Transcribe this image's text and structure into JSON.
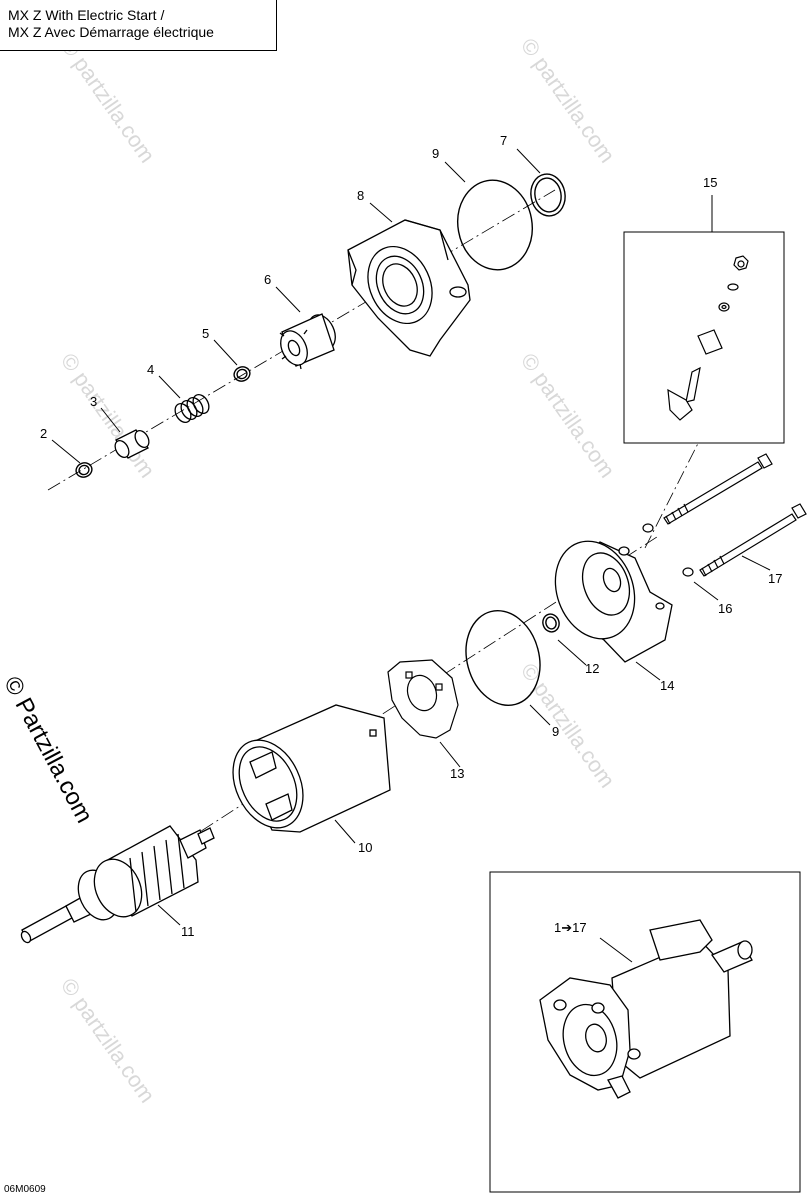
{
  "title": {
    "line1": "MX Z  With Electric Start /",
    "line2": "MX Z  Avec Démarrage électrique"
  },
  "callouts": {
    "c2": "2",
    "c3": "3",
    "c4": "4",
    "c5": "5",
    "c6": "6",
    "c7": "7",
    "c8": "8",
    "c9a": "9",
    "c9b": "9",
    "c10": "10",
    "c11": "11",
    "c12": "12",
    "c13": "13",
    "c14": "14",
    "c15": "15",
    "c16": "16",
    "c17": "17",
    "assembly": "1➔17"
  },
  "watermark": {
    "main": "© Partzilla.com",
    "tile": "© partzilla.com"
  },
  "figure_code": "06M0609"
}
